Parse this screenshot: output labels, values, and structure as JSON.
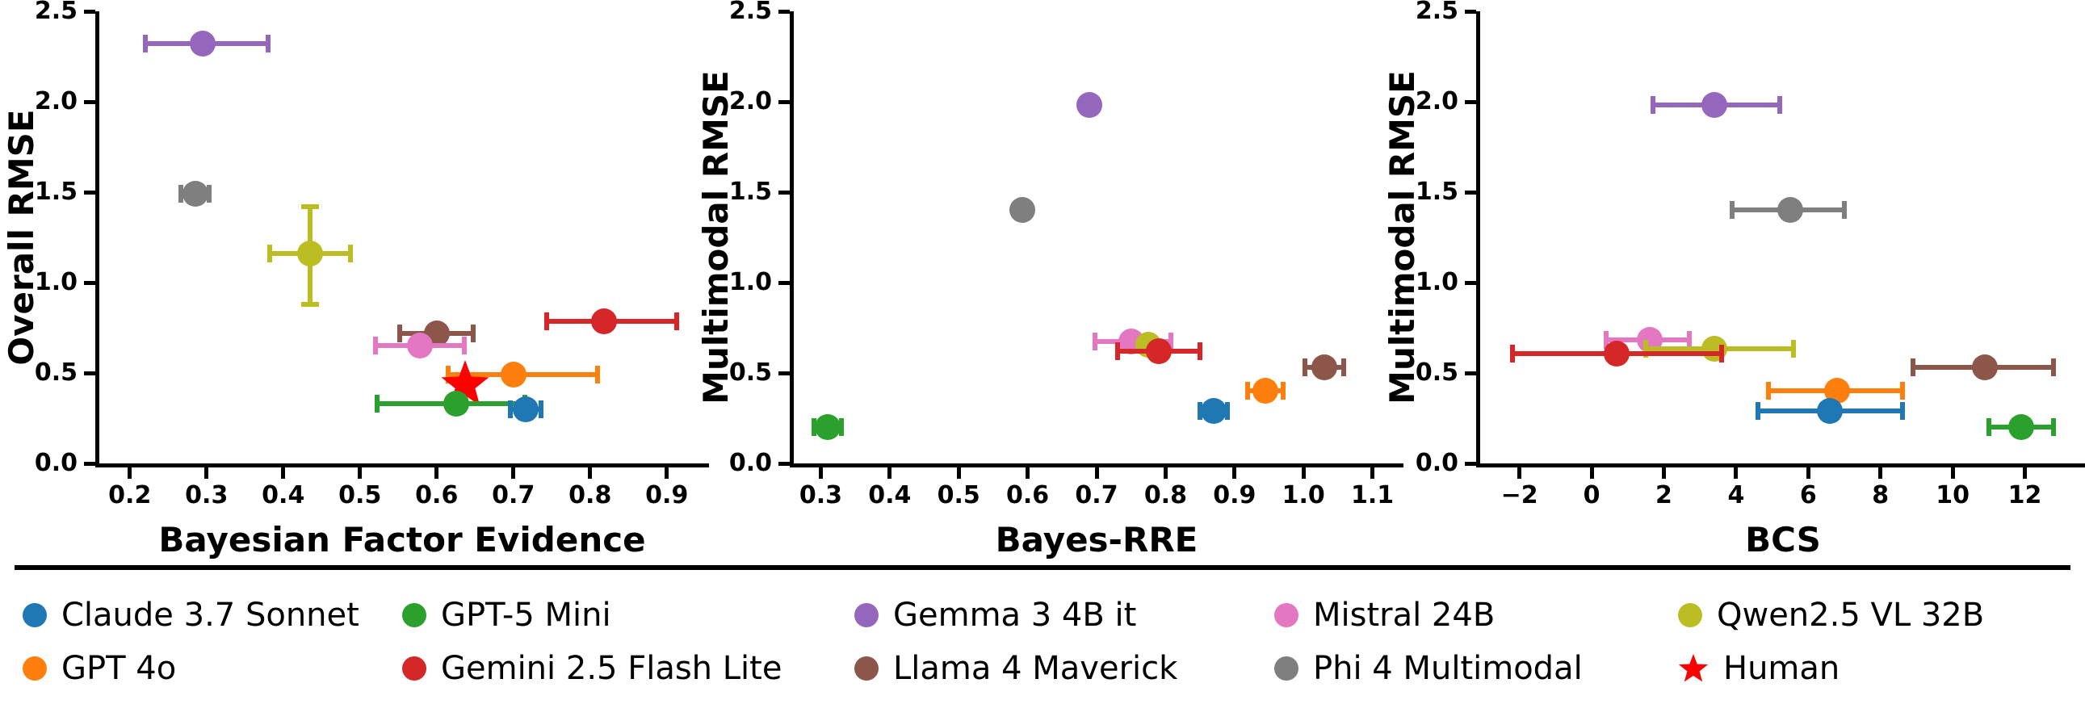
{
  "chart_data": [
    {
      "type": "scatter",
      "title": "",
      "xlabel": "Bayesian Factor Evidence",
      "ylabel": "Overall RMSE",
      "xlim": [
        0.155,
        0.955
      ],
      "ylim": [
        0.0,
        2.5
      ],
      "xticks": [
        0.2,
        0.3,
        0.4,
        0.5,
        0.6,
        0.7,
        0.8,
        0.9
      ],
      "xticklabels": [
        "0.2",
        "0.3",
        "0.4",
        "0.5",
        "0.6",
        "0.7",
        "0.8",
        "0.9"
      ],
      "yticks": [
        0.0,
        0.5,
        1.0,
        1.5,
        2.0,
        2.5
      ],
      "yticklabels": [
        "0.0",
        "0.5",
        "1.0",
        "1.5",
        "2.0",
        "2.5"
      ],
      "grid": false,
      "legend_position": "below-figure",
      "points": [
        {
          "name": "Gemma 3 4B it",
          "x": 0.295,
          "y": 2.32,
          "xerr_lo": 0.075,
          "xerr_hi": 0.085,
          "yerr_lo": 0.0,
          "yerr_hi": 0.0,
          "marker": "circle",
          "color": "#9467bd"
        },
        {
          "name": "Phi 4 Multimodal",
          "x": 0.285,
          "y": 1.49,
          "xerr_lo": 0.018,
          "xerr_hi": 0.018,
          "yerr_lo": 0.0,
          "yerr_hi": 0.0,
          "marker": "circle",
          "color": "#7f7f7f"
        },
        {
          "name": "Qwen2.5 VL 32B",
          "x": 0.435,
          "y": 1.16,
          "xerr_lo": 0.053,
          "xerr_hi": 0.053,
          "yerr_lo": 0.28,
          "yerr_hi": 0.26,
          "marker": "circle",
          "color": "#bcbd22"
        },
        {
          "name": "Llama 4 Maverick",
          "x": 0.6,
          "y": 0.72,
          "xerr_lo": 0.048,
          "xerr_hi": 0.048,
          "yerr_lo": 0.0,
          "yerr_hi": 0.0,
          "marker": "circle",
          "color": "#8c564b"
        },
        {
          "name": "Mistral 24B",
          "x": 0.578,
          "y": 0.65,
          "xerr_lo": 0.058,
          "xerr_hi": 0.058,
          "yerr_lo": 0.0,
          "yerr_hi": 0.0,
          "marker": "circle",
          "color": "#e377c2"
        },
        {
          "name": "Gemini 2.5 Flash Lite",
          "x": 0.818,
          "y": 0.785,
          "xerr_lo": 0.075,
          "xerr_hi": 0.095,
          "yerr_lo": 0.0,
          "yerr_hi": 0.0,
          "marker": "circle",
          "color": "#d62728"
        },
        {
          "name": "GPT 4o",
          "x": 0.7,
          "y": 0.49,
          "xerr_lo": 0.085,
          "xerr_hi": 0.11,
          "yerr_lo": 0.0,
          "yerr_hi": 0.0,
          "marker": "circle",
          "color": "#ff7f0e"
        },
        {
          "name": "Human",
          "x": 0.637,
          "y": 0.44,
          "xerr_lo": 0.0,
          "xerr_hi": 0.0,
          "yerr_lo": 0.0,
          "yerr_hi": 0.0,
          "marker": "star",
          "color": "#ff0000"
        },
        {
          "name": "GPT-5 Mini",
          "x": 0.625,
          "y": 0.33,
          "xerr_lo": 0.103,
          "xerr_hi": 0.09,
          "yerr_lo": 0.0,
          "yerr_hi": 0.0,
          "marker": "circle",
          "color": "#2ca02c"
        },
        {
          "name": "Claude 3.7 Sonnet",
          "x": 0.716,
          "y": 0.3,
          "xerr_lo": 0.02,
          "xerr_hi": 0.02,
          "yerr_lo": 0.0,
          "yerr_hi": 0.0,
          "marker": "circle",
          "color": "#1f77b4"
        }
      ]
    },
    {
      "type": "scatter",
      "title": "",
      "xlabel": "Bayes-RRE",
      "ylabel": "Multimodal RMSE",
      "xlim": [
        0.255,
        1.145
      ],
      "ylim": [
        0.0,
        2.5
      ],
      "xticks": [
        0.3,
        0.4,
        0.5,
        0.6,
        0.7,
        0.8,
        0.9,
        1.0,
        1.1
      ],
      "xticklabels": [
        "0.3",
        "0.4",
        "0.5",
        "0.6",
        "0.7",
        "0.8",
        "0.9",
        "1.0",
        "1.1"
      ],
      "yticks": [
        0.0,
        0.5,
        1.0,
        1.5,
        2.0,
        2.5
      ],
      "yticklabels": [
        "0.0",
        "0.5",
        "1.0",
        "1.5",
        "2.0",
        "2.5"
      ],
      "grid": false,
      "legend_position": "below-figure",
      "points": [
        {
          "name": "Gemma 3 4B it",
          "x": 0.69,
          "y": 1.98,
          "xerr_lo": 0.006,
          "xerr_hi": 0.006,
          "yerr_lo": 0.0,
          "yerr_hi": 0.0,
          "marker": "circle",
          "color": "#9467bd"
        },
        {
          "name": "Phi 4 Multimodal",
          "x": 0.592,
          "y": 1.4,
          "xerr_lo": 0.0,
          "xerr_hi": 0.0,
          "yerr_lo": 0.0,
          "yerr_hi": 0.0,
          "marker": "circle",
          "color": "#7f7f7f"
        },
        {
          "name": "Mistral 24B",
          "x": 0.75,
          "y": 0.672,
          "xerr_lo": 0.052,
          "xerr_hi": 0.058,
          "yerr_lo": 0.0,
          "yerr_hi": 0.0,
          "marker": "circle",
          "color": "#e377c2"
        },
        {
          "name": "Qwen2.5 VL 32B",
          "x": 0.775,
          "y": 0.655,
          "xerr_lo": 0.0,
          "xerr_hi": 0.0,
          "yerr_lo": 0.0,
          "yerr_hi": 0.0,
          "marker": "circle",
          "color": "#bcbd22"
        },
        {
          "name": "Gemini 2.5 Flash Lite",
          "x": 0.79,
          "y": 0.62,
          "xerr_lo": 0.06,
          "xerr_hi": 0.06,
          "yerr_lo": 0.0,
          "yerr_hi": 0.0,
          "marker": "circle",
          "color": "#d62728"
        },
        {
          "name": "Llama 4 Maverick",
          "x": 1.03,
          "y": 0.53,
          "xerr_lo": 0.028,
          "xerr_hi": 0.028,
          "yerr_lo": 0.0,
          "yerr_hi": 0.0,
          "marker": "circle",
          "color": "#8c564b"
        },
        {
          "name": "GPT 4o",
          "x": 0.945,
          "y": 0.4,
          "xerr_lo": 0.026,
          "xerr_hi": 0.026,
          "yerr_lo": 0.0,
          "yerr_hi": 0.0,
          "marker": "circle",
          "color": "#ff7f0e"
        },
        {
          "name": "Claude 3.7 Sonnet",
          "x": 0.87,
          "y": 0.288,
          "xerr_lo": 0.02,
          "xerr_hi": 0.02,
          "yerr_lo": 0.0,
          "yerr_hi": 0.0,
          "marker": "circle",
          "color": "#1f77b4"
        },
        {
          "name": "GPT-5 Mini",
          "x": 0.31,
          "y": 0.2,
          "xerr_lo": 0.02,
          "xerr_hi": 0.02,
          "yerr_lo": 0.0,
          "yerr_hi": 0.0,
          "marker": "circle",
          "color": "#2ca02c"
        }
      ]
    },
    {
      "type": "scatter",
      "title": "",
      "xlabel": "BCS",
      "ylabel": "Multimodal RMSE",
      "xlim": [
        -3.2,
        13.8
      ],
      "ylim": [
        0.0,
        2.5
      ],
      "xticks": [
        -2,
        0,
        2,
        4,
        6,
        8,
        10,
        12
      ],
      "xticklabels": [
        "−2",
        "0",
        "2",
        "4",
        "6",
        "8",
        "10",
        "12"
      ],
      "yticks": [
        0.0,
        0.5,
        1.0,
        1.5,
        2.0,
        2.5
      ],
      "yticklabels": [
        "0.0",
        "0.5",
        "1.0",
        "1.5",
        "2.0",
        "2.5"
      ],
      "grid": false,
      "legend_position": "below-figure",
      "points": [
        {
          "name": "Gemma 3 4B it",
          "x": 3.4,
          "y": 1.98,
          "xerr_lo": 1.7,
          "xerr_hi": 1.8,
          "yerr_lo": 0.0,
          "yerr_hi": 0.0,
          "marker": "circle",
          "color": "#9467bd"
        },
        {
          "name": "Phi 4 Multimodal",
          "x": 5.5,
          "y": 1.4,
          "xerr_lo": 1.6,
          "xerr_hi": 1.5,
          "yerr_lo": 0.0,
          "yerr_hi": 0.0,
          "marker": "circle",
          "color": "#7f7f7f"
        },
        {
          "name": "Mistral 24B",
          "x": 1.6,
          "y": 0.682,
          "xerr_lo": 1.2,
          "xerr_hi": 1.1,
          "yerr_lo": 0.0,
          "yerr_hi": 0.0,
          "marker": "circle",
          "color": "#e377c2"
        },
        {
          "name": "Qwen2.5 VL 32B",
          "x": 3.4,
          "y": 0.632,
          "xerr_lo": 1.9,
          "xerr_hi": 2.2,
          "yerr_lo": 0.0,
          "yerr_hi": 0.0,
          "marker": "circle",
          "color": "#bcbd22"
        },
        {
          "name": "Gemini 2.5 Flash Lite",
          "x": 0.7,
          "y": 0.608,
          "xerr_lo": 2.9,
          "xerr_hi": 2.9,
          "yerr_lo": 0.0,
          "yerr_hi": 0.0,
          "marker": "circle",
          "color": "#d62728"
        },
        {
          "name": "Llama 4 Maverick",
          "x": 10.9,
          "y": 0.53,
          "xerr_lo": 2.0,
          "xerr_hi": 1.9,
          "yerr_lo": 0.0,
          "yerr_hi": 0.0,
          "marker": "circle",
          "color": "#8c564b"
        },
        {
          "name": "GPT 4o",
          "x": 6.8,
          "y": 0.4,
          "xerr_lo": 1.9,
          "xerr_hi": 1.8,
          "yerr_lo": 0.0,
          "yerr_hi": 0.0,
          "marker": "circle",
          "color": "#ff7f0e"
        },
        {
          "name": "Claude 3.7 Sonnet",
          "x": 6.6,
          "y": 0.288,
          "xerr_lo": 2.0,
          "xerr_hi": 2.0,
          "yerr_lo": 0.0,
          "yerr_hi": 0.0,
          "marker": "circle",
          "color": "#1f77b4"
        },
        {
          "name": "GPT-5 Mini",
          "x": 11.9,
          "y": 0.2,
          "xerr_lo": 0.9,
          "xerr_hi": 0.9,
          "yerr_lo": 0.0,
          "yerr_hi": 0.0,
          "marker": "circle",
          "color": "#2ca02c"
        }
      ]
    }
  ],
  "legend": {
    "columns": [
      [
        {
          "label": "Claude 3.7 Sonnet",
          "color": "#1f77b4",
          "marker": "circle"
        },
        {
          "label": "GPT 4o",
          "color": "#ff7f0e",
          "marker": "circle"
        }
      ],
      [
        {
          "label": "GPT-5 Mini",
          "color": "#2ca02c",
          "marker": "circle"
        },
        {
          "label": "Gemini 2.5 Flash Lite",
          "color": "#d62728",
          "marker": "circle"
        }
      ],
      [
        {
          "label": "Gemma 3 4B it",
          "color": "#9467bd",
          "marker": "circle"
        },
        {
          "label": "Llama 4 Maverick",
          "color": "#8c564b",
          "marker": "circle"
        }
      ],
      [
        {
          "label": "Mistral 24B",
          "color": "#e377c2",
          "marker": "circle"
        },
        {
          "label": "Phi 4 Multimodal",
          "color": "#7f7f7f",
          "marker": "circle"
        }
      ],
      [
        {
          "label": "Qwen2.5 VL 32B",
          "color": "#bcbd22",
          "marker": "circle"
        },
        {
          "label": "Human",
          "color": "#ff0000",
          "marker": "star"
        }
      ]
    ]
  }
}
